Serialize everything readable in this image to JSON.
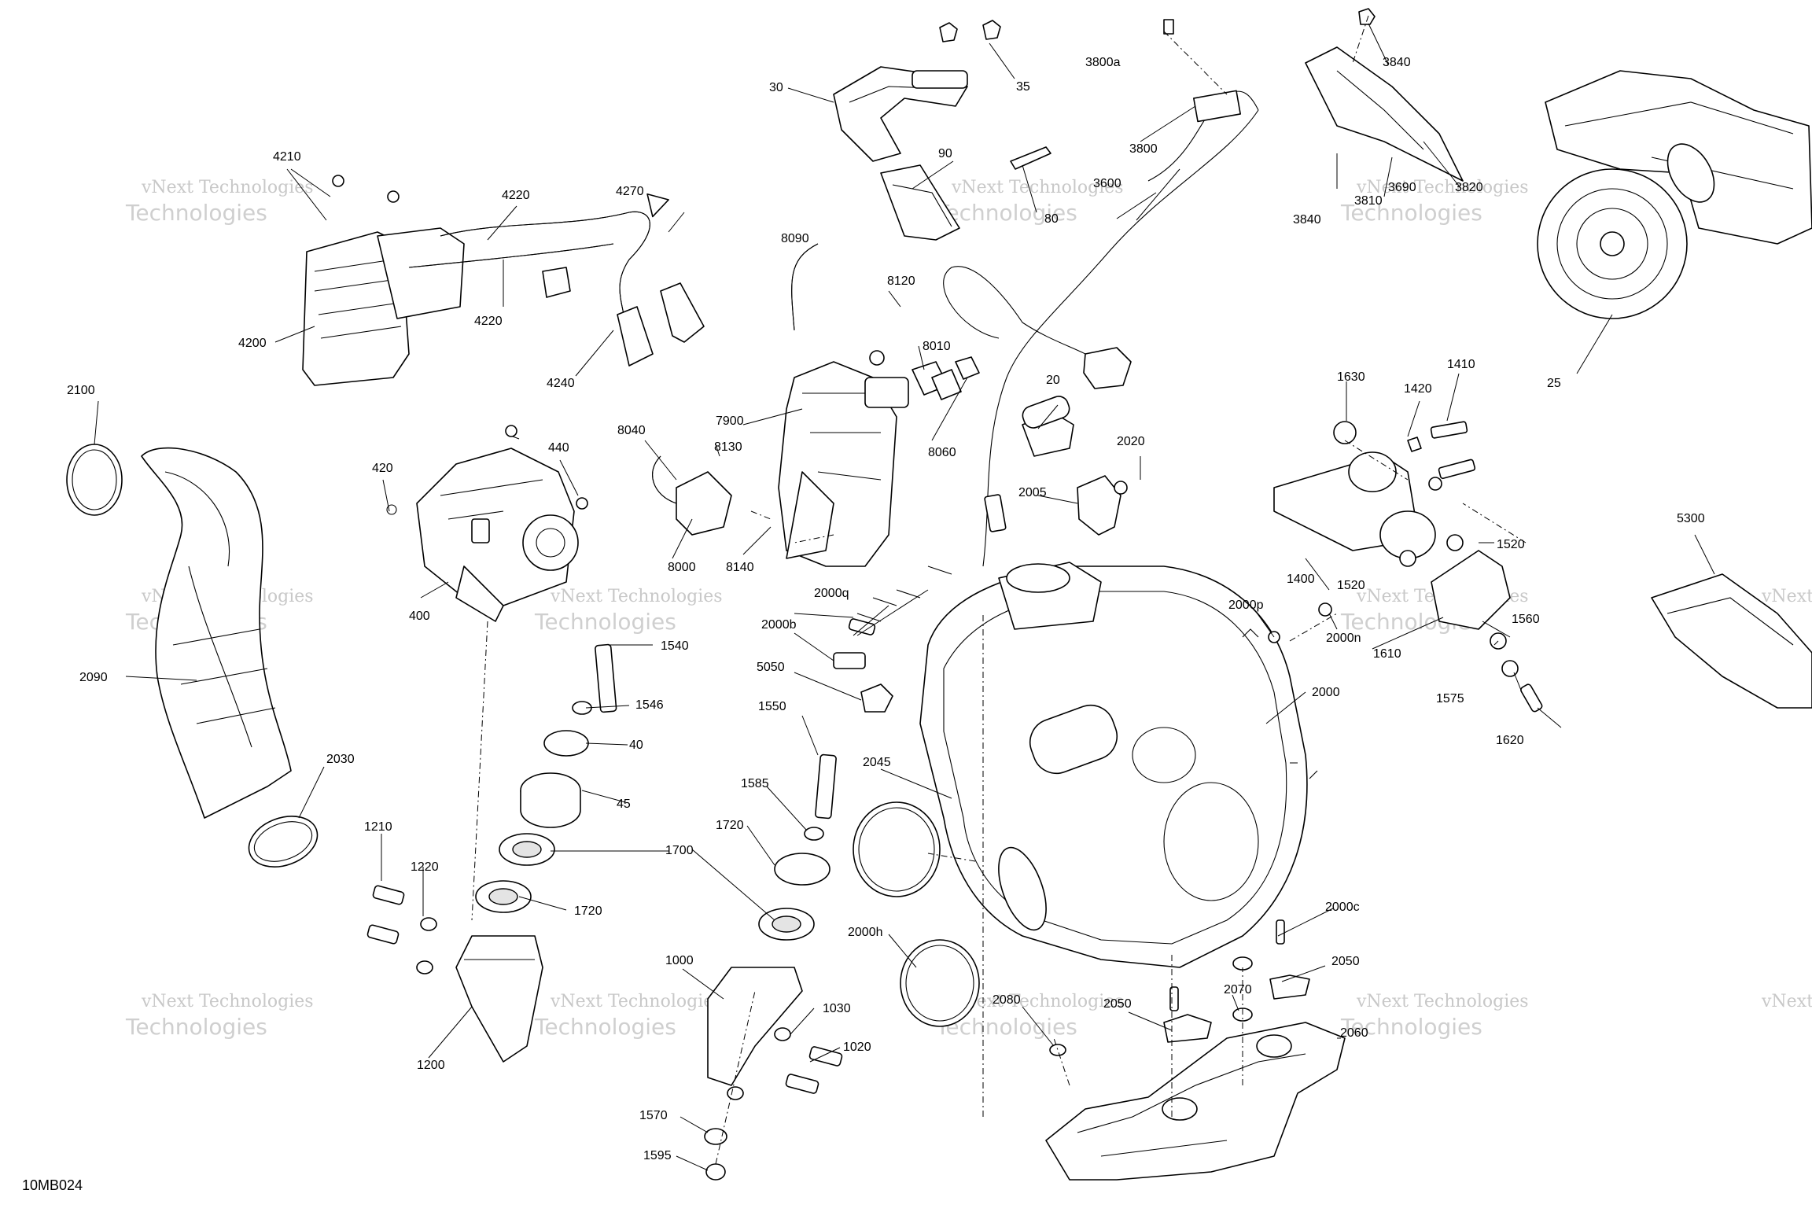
{
  "diagram": {
    "code": "10MB024",
    "watermark_lines": [
      "vNext Technologies",
      "Technologies"
    ],
    "part_labels": [
      "30",
      "35",
      "90",
      "80",
      "3800a",
      "3800",
      "3840",
      "3810",
      "3690",
      "3820",
      "3840",
      "3600",
      "4210",
      "4220",
      "4270",
      "4220",
      "4200",
      "4240",
      "8090",
      "8120",
      "8010",
      "8060",
      "20",
      "1630",
      "1420",
      "1410",
      "25",
      "2100",
      "420",
      "440",
      "400",
      "8040",
      "8130",
      "7900",
      "8000",
      "8140",
      "2020",
      "2005",
      "1400",
      "1520",
      "1520",
      "2000q",
      "2000p",
      "2000n",
      "1610",
      "1560",
      "1575",
      "1620",
      "5300",
      "2000b",
      "5050",
      "2000",
      "2090",
      "1540",
      "1546",
      "40",
      "45",
      "1700",
      "1720",
      "1550",
      "1585",
      "1720",
      "2045",
      "2030",
      "1210",
      "1220",
      "1200",
      "1000",
      "1030",
      "1020",
      "1570",
      "1595",
      "2000h",
      "2080",
      "2050",
      "2070",
      "2050",
      "2000c",
      "2060"
    ]
  }
}
